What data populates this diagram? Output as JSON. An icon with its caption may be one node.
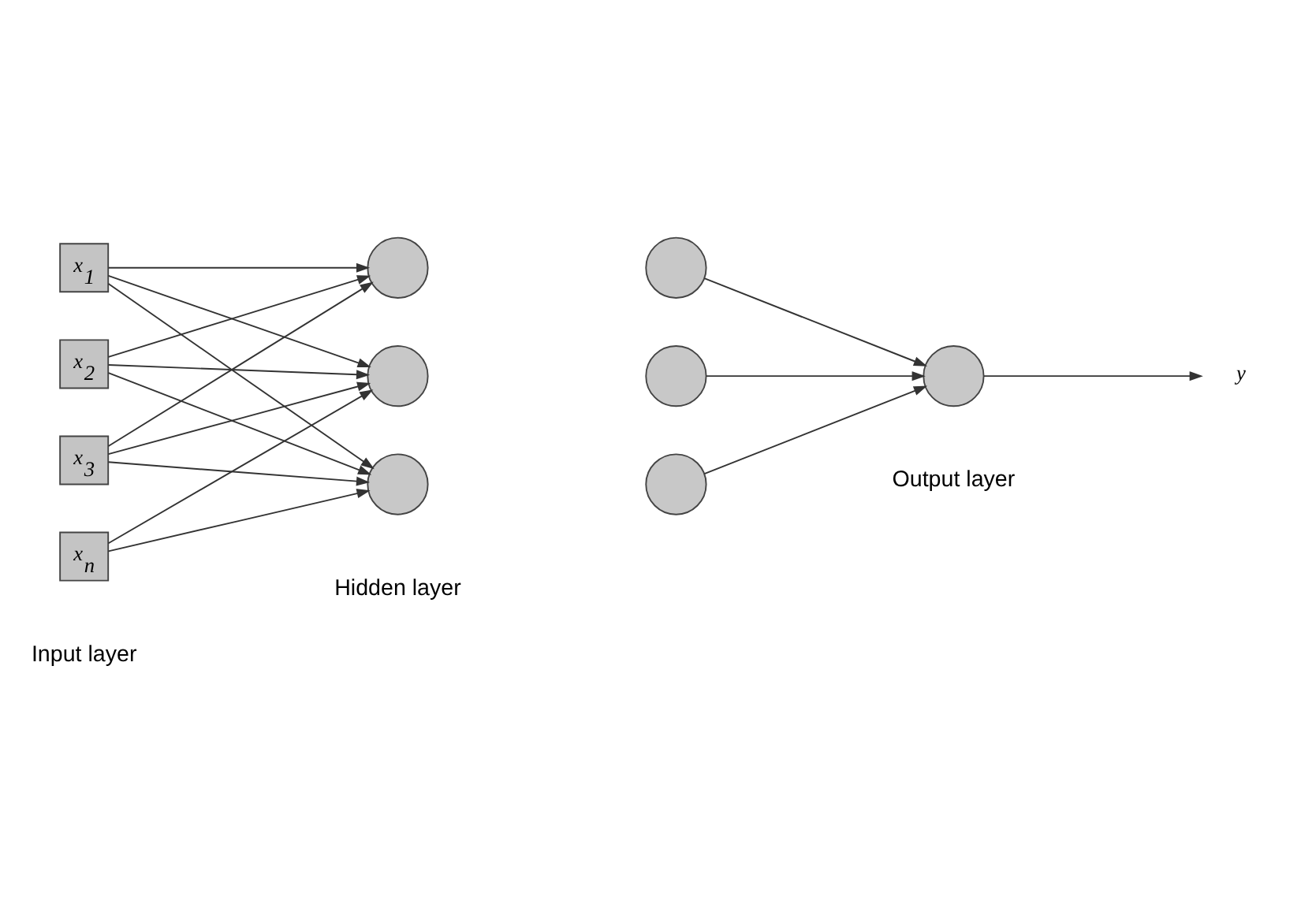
{
  "diagram": {
    "nodes": [
      {
        "text": [
          "x$_{1}$"
        ]
      },
      {
        "text": [
          "x$_{2}$"
        ]
      },
      {
        "text": [
          "x$_{3}$"
        ]
      },
      {
        "text": [
          "x$_{n}$"
        ]
      },
      {
        "text": [],
        "shape": "circle"
      },
      {
        "text": [],
        "shape": "circle"
      },
      {
        "text": [],
        "shape": "circle"
      },
      {
        "text": [],
        "shape": "circle"
      },
      {
        "text": [],
        "shape": "circle"
      },
      {
        "text": [],
        "shape": "circle"
      },
      {
        "text": [],
        "shape": "circle"
      },
      {
        "text": [
          "y"
        ]
      }
    ],
    "edges": [
      {
        "from": 0,
        "to": 4,
        "arrow": "to"
      },
      {
        "from": 0,
        "to": 5,
        "arrow": "to"
      },
      {
        "from": 0,
        "to": 6,
        "arrow": "to"
      },
      {
        "from": 1,
        "to": 4,
        "arrow": "to"
      },
      {
        "from": 1,
        "to": 5,
        "arrow": "to"
      },
      {
        "from": 1,
        "to": 6,
        "arrow": "to"
      },
      {
        "from": 2,
        "to": 4,
        "arrow": "to"
      },
      {
        "from": 2,
        "to": 5,
        "arrow": "to"
      },
      {
        "from": 2,
        "to": 6,
        "arrow": "to"
      },
      {
        "from": 3,
        "to": 5,
        "arrow": "to"
      },
      {
        "from": 3,
        "to": 6,
        "arrow": "to"
      },
      {
        "from": 7,
        "to": 10,
        "arrow": "to"
      },
      {
        "from": 8,
        "to": 10,
        "arrow": "to"
      },
      {
        "from": 9,
        "to": 10,
        "arrow": "to"
      },
      {
        "from": 10,
        "to": 11,
        "arrow": "to"
      }
    ],
    "labels": [
      "Input layer",
      "Hidden layer",
      "Output layer"
    ]
  }
}
